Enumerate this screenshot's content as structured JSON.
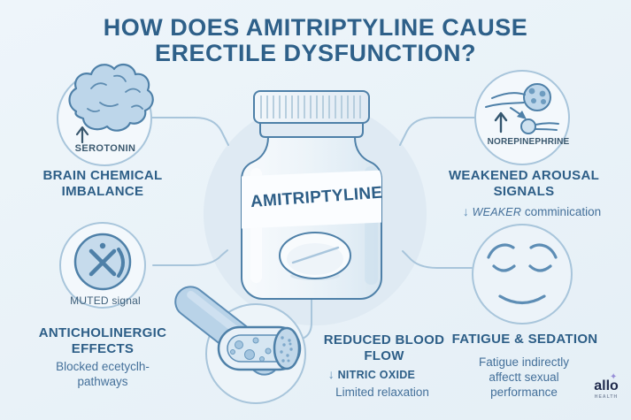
{
  "title": {
    "line1": "HOW DOES AMITRIPTYLINE CAUSE",
    "line2": "ERECTILE DYSFUNCTION?"
  },
  "bottle": {
    "label": "AMITRIPTYLINE"
  },
  "sections": {
    "brain": {
      "icon_label": "SEROTONIN",
      "heading1": "BRAIN CHEMICAL",
      "heading2": "IMBALANCE"
    },
    "anticholinergic": {
      "icon_label": "MUTED signal",
      "heading1": "ANTICHOLINERGIC",
      "heading2": "EFFECTS",
      "sub1": "Blocked ecetyclh-",
      "sub2": "pathways"
    },
    "arousal": {
      "icon_label": "NOREPINEPHRINE",
      "heading1": "WEAKENED AROUSAL",
      "heading2": "SIGNALS",
      "sub_emphasis": "WEAKER",
      "sub_rest": "comminication"
    },
    "blood_flow": {
      "heading1": "REDUCED BLOOD",
      "heading2": "FLOW",
      "sub_emphasis": "NITRIC OXIDE",
      "sub2": "Limited relaxation"
    },
    "fatigue": {
      "heading": "FATIGUE & SEDATION",
      "sub1": "Fatigue indirectly",
      "sub2": "affectt sexual",
      "sub3": "performance"
    }
  },
  "logo": {
    "name": "allo",
    "tagline": "HEALTH"
  },
  "icons": {
    "up_arrow": "↑",
    "down_arrow": "↓",
    "sparkle": "✦"
  },
  "colors": {
    "background": "#eaf2f8",
    "heading": "#2d5e87",
    "subtext": "#44709a",
    "dark_outline": "#4e80a8",
    "light_outline": "#a8c5db",
    "icon_fill": "#bdd6ea",
    "logo_navy": "#212b4c",
    "logo_sparkle": "#988fd8"
  }
}
